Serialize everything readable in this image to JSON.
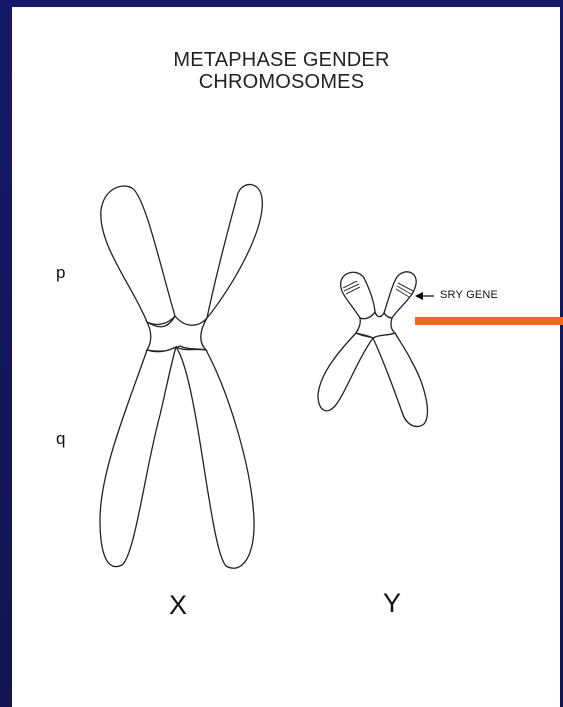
{
  "title": {
    "line1": "METAPHASE GENDER",
    "line2": "CHROMOSOMES"
  },
  "arm_labels": {
    "p": "p",
    "q": "q"
  },
  "chromosome_labels": {
    "x": "X",
    "y": "Y"
  },
  "gene_callout": {
    "label": "SRY GENE"
  },
  "colors": {
    "background": "#131a5a",
    "panel": "#ffffff",
    "outline": "#222222",
    "highlight_bar": "#f06a1a"
  }
}
